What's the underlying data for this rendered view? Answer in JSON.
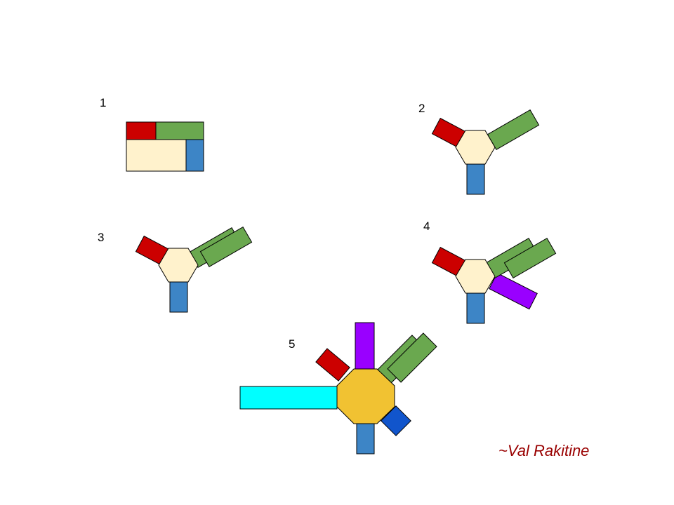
{
  "labels": {
    "d1": "1",
    "d2": "2",
    "d3": "3",
    "d4": "4",
    "d5": "5"
  },
  "signature": "~Val Rakitine",
  "colors": {
    "core_light": "#fff2cc",
    "core_gold": "#f1c232",
    "red": "#cc0000",
    "green": "#6aa84f",
    "blue": "#3d85c6",
    "dark_blue": "#1155cc",
    "purple": "#9900ff",
    "cyan": "#00ffff",
    "signature": "#990000"
  }
}
